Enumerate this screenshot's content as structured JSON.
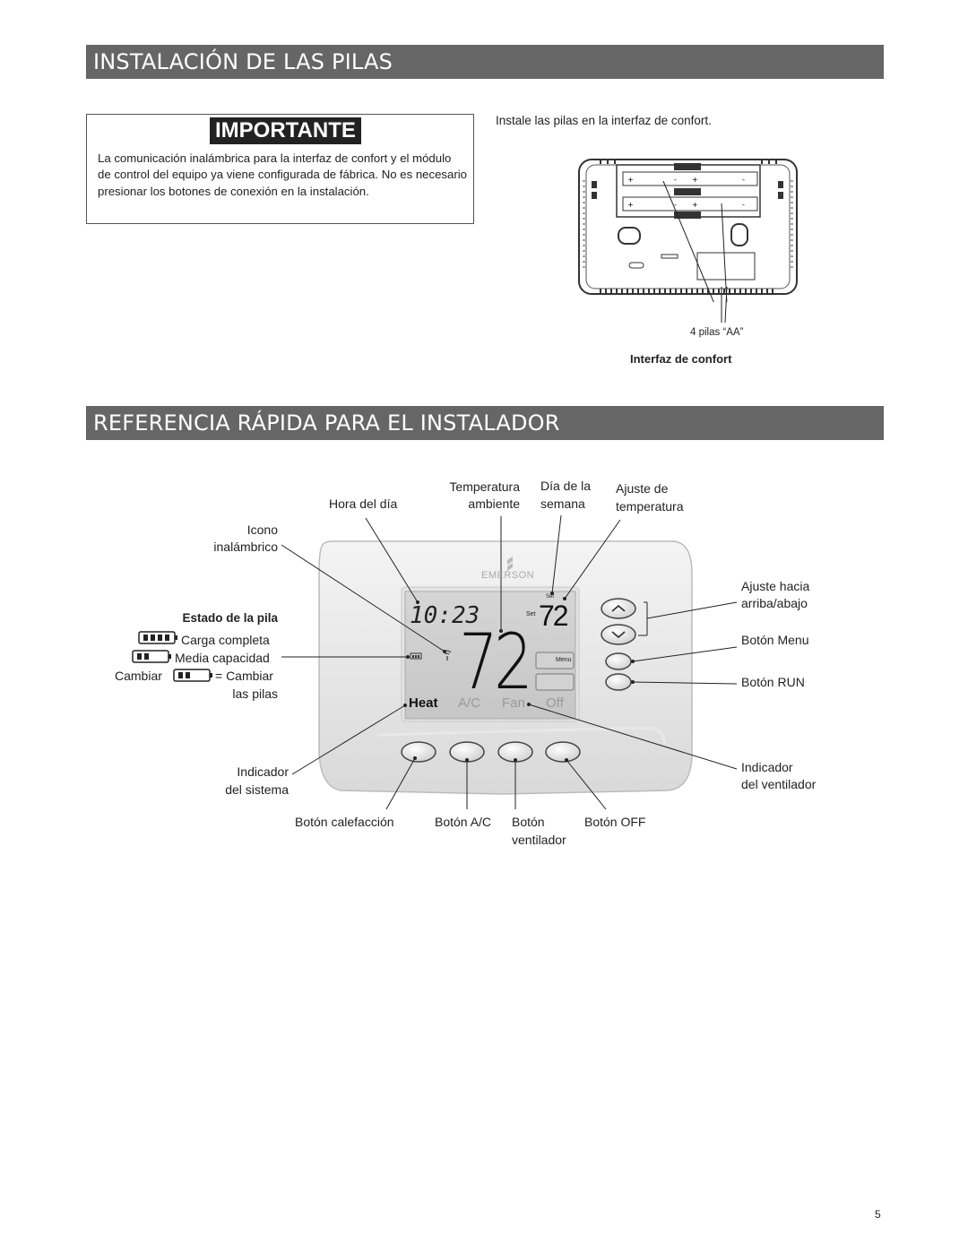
{
  "section1": {
    "title": "INSTALACIÓN DE LAS PILAS",
    "important_label": "IMPORTANTE",
    "important_text": "La comunicación inalámbrica para la interfaz de confort y el módulo de control del equipo ya viene configurada de fábrica. No es necesario presionar los botones de conexión en la instalación.",
    "instruction": "Instale las pilas en la interfaz de confort.",
    "battery_callout": "4 pilas “AA”",
    "caption": "Interfaz de confort"
  },
  "section2": {
    "title": "REFERENCIA RÁPIDA PARA EL INSTALADOR",
    "labels": {
      "hora": "Hora del día",
      "temp_amb_1": "Temperatura",
      "temp_amb_2": "ambiente",
      "dia_1": "Día de la",
      "dia_2": "semana",
      "ajuste_1": "Ajuste de",
      "ajuste_2": "temperatura",
      "icono_1": "Icono",
      "icono_2": "inalámbrico",
      "estado": "Estado de la pila",
      "carga": "Carga completa",
      "media": "Media capacidad",
      "cambiar_pre": "Cambiar",
      "cambiar_post": "= Cambiar",
      "cambiar_2": "las pilas",
      "sist_1": "Indicador",
      "sist_2": "del sistema",
      "arriba_1": "Ajuste hacia",
      "arriba_2": "arriba/abajo",
      "menu": "Botón Menu",
      "run": "Botón RUN",
      "vent_ind_1": "Indicador",
      "vent_ind_2": "del ventilador",
      "calef": "Botón calefacción",
      "ac": "Botón A/C",
      "vent_btn_1": "Botón",
      "vent_btn_2": "ventilador",
      "off": "Botón OFF"
    },
    "display": {
      "brand": "EMERSON",
      "time": "10:23",
      "temperature": "72",
      "set_label": "Set",
      "set_temp": "72",
      "menu_label": "Menu",
      "modes": [
        "Heat",
        "A/C",
        "Fan",
        "Off"
      ]
    }
  },
  "page_number": "5"
}
